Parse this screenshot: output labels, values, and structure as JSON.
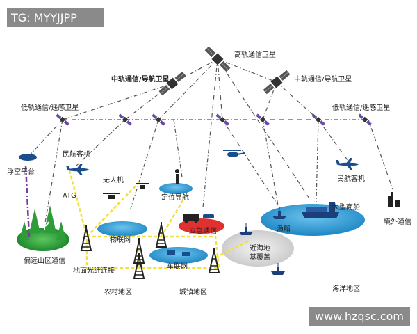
{
  "watermarks": {
    "tag": "TG: MYYJJPP",
    "site": "www.hzqsc.com"
  },
  "satellites": {
    "high_orbit": "高轨通信卫星",
    "mid_orbit_left": "中轨通信/导航卫星",
    "mid_orbit_right": "中轨通信/导航卫星",
    "low_orbit_left": "低轨通信/遥感卫星",
    "low_orbit_right": "低轨通信/遥感卫星"
  },
  "nodes": {
    "floating_platform": "浮空平台",
    "civil_aircraft_left": "民航客机",
    "civil_aircraft_right": "民航客机",
    "atg": "ATG",
    "drone": "无人机",
    "positioning": "定位导航",
    "iot": "物联网",
    "emergency": "应急通信",
    "remote_area": "偏远山区通信",
    "fiber": "地面光纤连接",
    "vehicle_network": "车联网",
    "offshore_line1": "近海地",
    "offshore_line2": "基覆盖",
    "fishing_boat": "渔船",
    "large_ship": "大型商船",
    "overseas": "境外通信"
  },
  "regions": {
    "rural": "农村地区",
    "urban": "城镇地区",
    "ocean": "海洋地区"
  },
  "colors": {
    "link_dark": "#555555",
    "link_yellow": "#f0e040",
    "link_purple": "#7a3aa0",
    "green_area": "#2f9c3a",
    "blue_area": "#2a90c8",
    "red_area": "#e03030",
    "gray_area": "#d8d8d8",
    "text_dark": "#222222"
  }
}
